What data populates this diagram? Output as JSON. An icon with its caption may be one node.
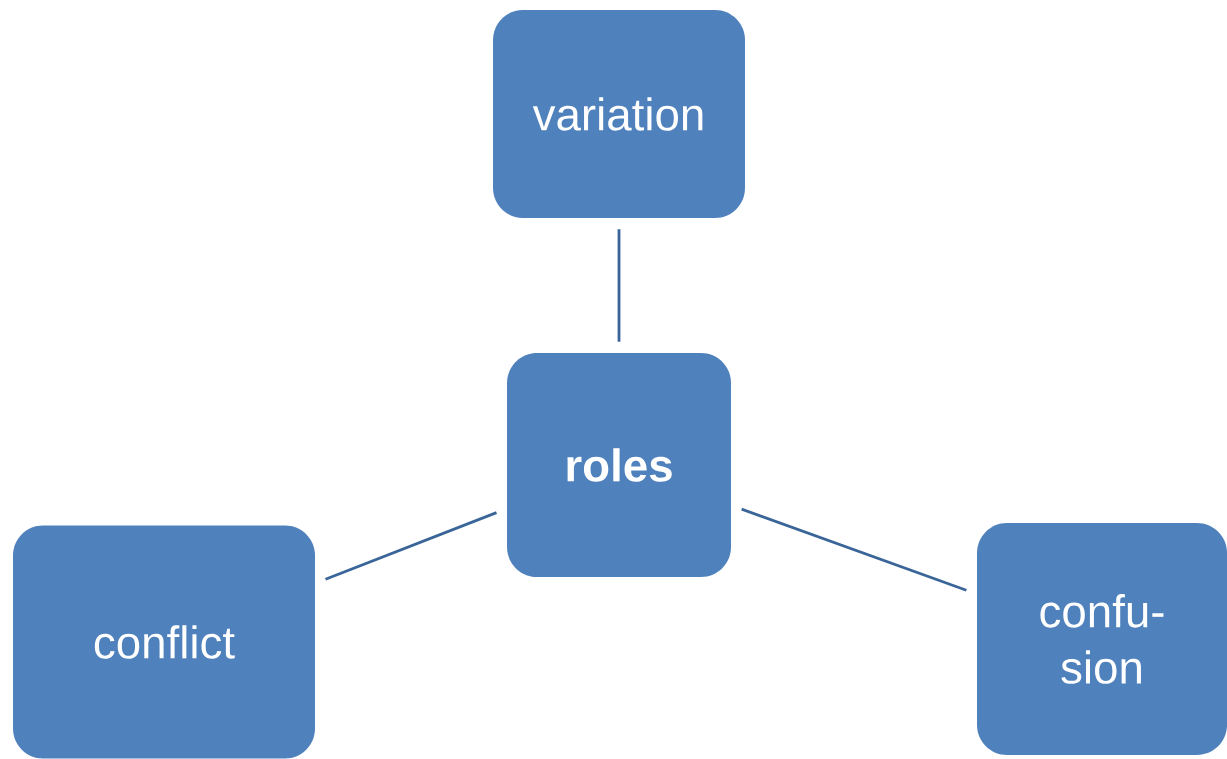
{
  "diagram": {
    "nodes": [
      {
        "text": [
          "variation"
        ]
      },
      {
        "text": [
          "**roles**"
        ]
      },
      {
        "text": [
          "conflict"
        ]
      },
      {
        "text": [
          "confu- sion"
        ]
      }
    ],
    "edges": [
      {
        "from": 0,
        "to": 1,
        "arrow": "none"
      },
      {
        "from": 1,
        "to": 2,
        "arrow": "none"
      },
      {
        "from": 1,
        "to": 3,
        "arrow": "none"
      }
    ]
  }
}
